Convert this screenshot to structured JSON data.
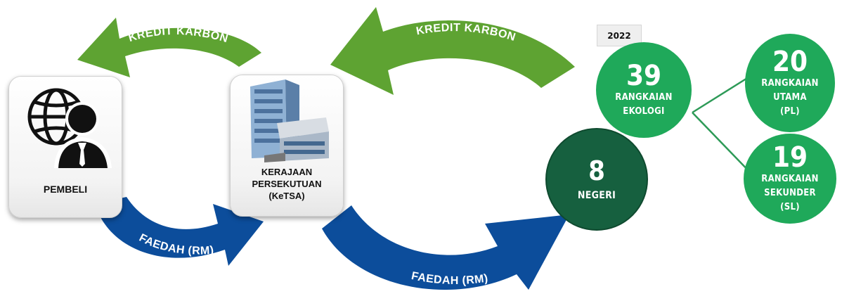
{
  "arrows": {
    "top_left_label": "KREDIT KARBON",
    "top_right_label": "KREDIT KARBON",
    "bottom_left_label": "FAEDAH (RM)",
    "bottom_right_label": "FAEDAH (RM)"
  },
  "nodes": {
    "buyer": {
      "label": "PEMBELI",
      "icon": "globe-businessman-icon"
    },
    "government": {
      "lines": [
        "KERAJAAN",
        "PERSEKUTUAN",
        "(KeTSA)"
      ],
      "icon": "office-building-icon"
    },
    "states": {
      "number": "8",
      "label": "NEGERI"
    },
    "year": "2022",
    "ecological": {
      "number": "39",
      "lines": [
        "RANGKAIAN",
        "EKOLOGI"
      ]
    },
    "primary": {
      "number": "20",
      "lines": [
        "RANGKAIAN",
        "UTAMA",
        "(PL)"
      ]
    },
    "secondary": {
      "number": "19",
      "lines": [
        "RANGKAIAN",
        "SEKUNDER",
        "(SL)"
      ]
    }
  },
  "colors": {
    "green_arrow": "#5ea332",
    "blue_arrow": "#0c4d9b",
    "circle_green": "#1fa95a",
    "circle_dark": "#16603f",
    "connector": "#2d9a57"
  }
}
